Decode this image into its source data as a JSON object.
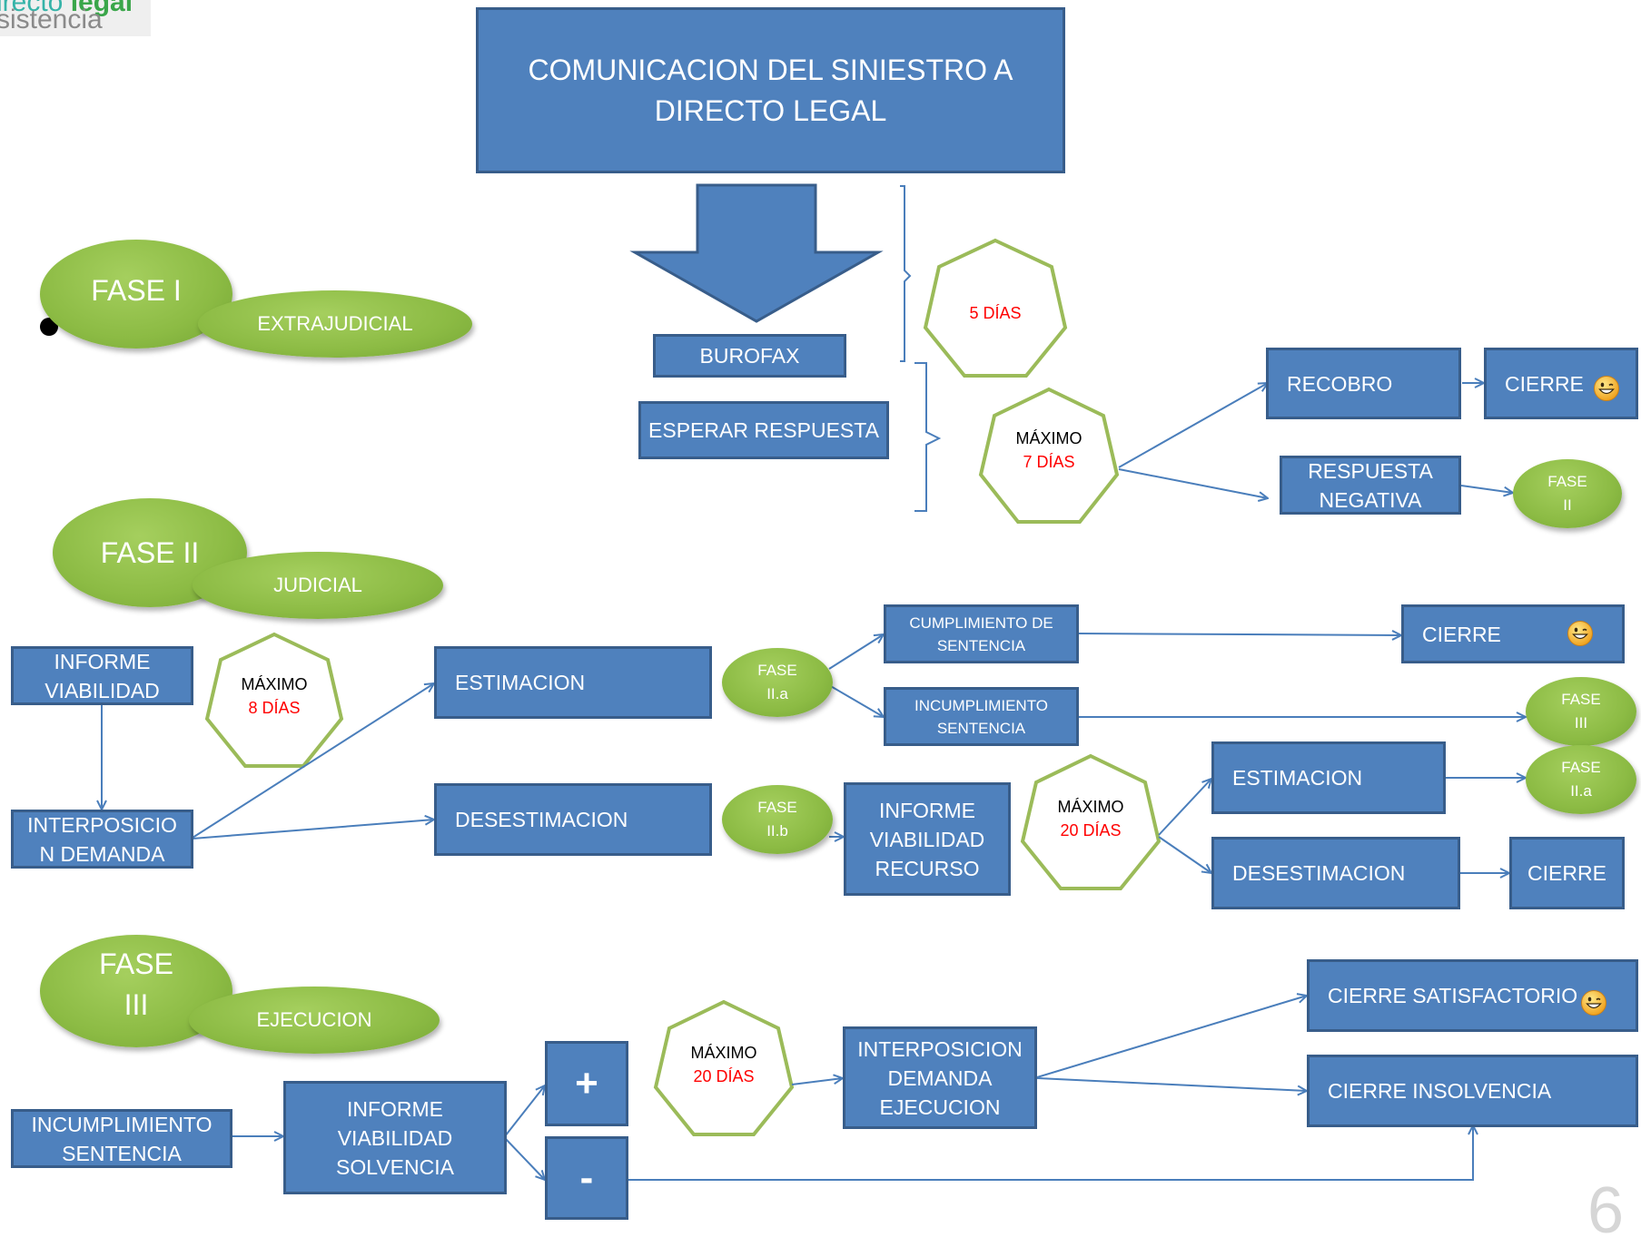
{
  "logo": {
    "line1_a": "irecto ",
    "line1_b": "legal",
    "line2": "sistencia"
  },
  "page_number": "6",
  "title": "COMUNICACION DEL SINIESTRO A\nDIRECTO LEGAL",
  "phase1": {
    "label": "FASE  I",
    "sub": "EXTRAJUDICIAL",
    "burofax": "BUROFAX",
    "esperar": "ESPERAR RESPUESTA",
    "dias5": "5 DÍAS",
    "max7": {
      "label": "MÁXIMO",
      "value": "7 DÍAS"
    },
    "recobro": "RECOBRO",
    "cierre": "CIERRE",
    "respuesta_negativa": "RESPUESTA\nNEGATIVA",
    "fase2_link": "FASE\nII"
  },
  "phase2": {
    "label": "FASE  II",
    "sub": "JUDICIAL",
    "informe_viabilidad": "INFORME\nVIABILIDAD",
    "max8": {
      "label": "MÁXIMO",
      "value": "8 DÍAS"
    },
    "interposicion": "INTERPOSICIO\nN DEMANDA",
    "estimacion": "ESTIMACION",
    "desestimacion": "DESESTIMACION",
    "fase_iia": "FASE\nII.a",
    "fase_iib": "FASE\nII.b",
    "cumplimiento": "CUMPLIMIENTO DE\nSENTENCIA",
    "incumplimiento": "INCUMPLIMIENTO\nSENTENCIA",
    "cierre": "CIERRE",
    "fase3_link": "FASE\nIII",
    "informe_recurso": "INFORME\nVIABILIDAD\nRECURSO",
    "max20": {
      "label": "MÁXIMO",
      "value": "20 DÍAS"
    },
    "estimacion2": "ESTIMACION",
    "fase_iia2": "FASE\nII.a",
    "desestimacion2": "DESESTIMACION",
    "cierre2": "CIERRE"
  },
  "phase3": {
    "label": "FASE\nIII",
    "sub": "EJECUCION",
    "incumplimiento": "INCUMPLIMIENTO\nSENTENCIA",
    "informe_solvencia": "INFORME\nVIABILIDAD\nSOLVENCIA",
    "plus": "+",
    "minus": "-",
    "max20": {
      "label": "MÁXIMO",
      "value": "20 DÍAS"
    },
    "interposicion_ejec": "INTERPOSICION\nDEMANDA\nEJECUCION",
    "cierre_satisfactorio": "CIERRE SATISFACTORIO",
    "cierre_insolvencia": "CIERRE INSOLVENCIA"
  },
  "colors": {
    "box": "#4f81bd",
    "box_border": "#385d8a",
    "oval": "#8cbb44",
    "heptagon_stroke": "#9bbb59",
    "arrow": "#4a7ebb",
    "days": "#ff0000"
  }
}
